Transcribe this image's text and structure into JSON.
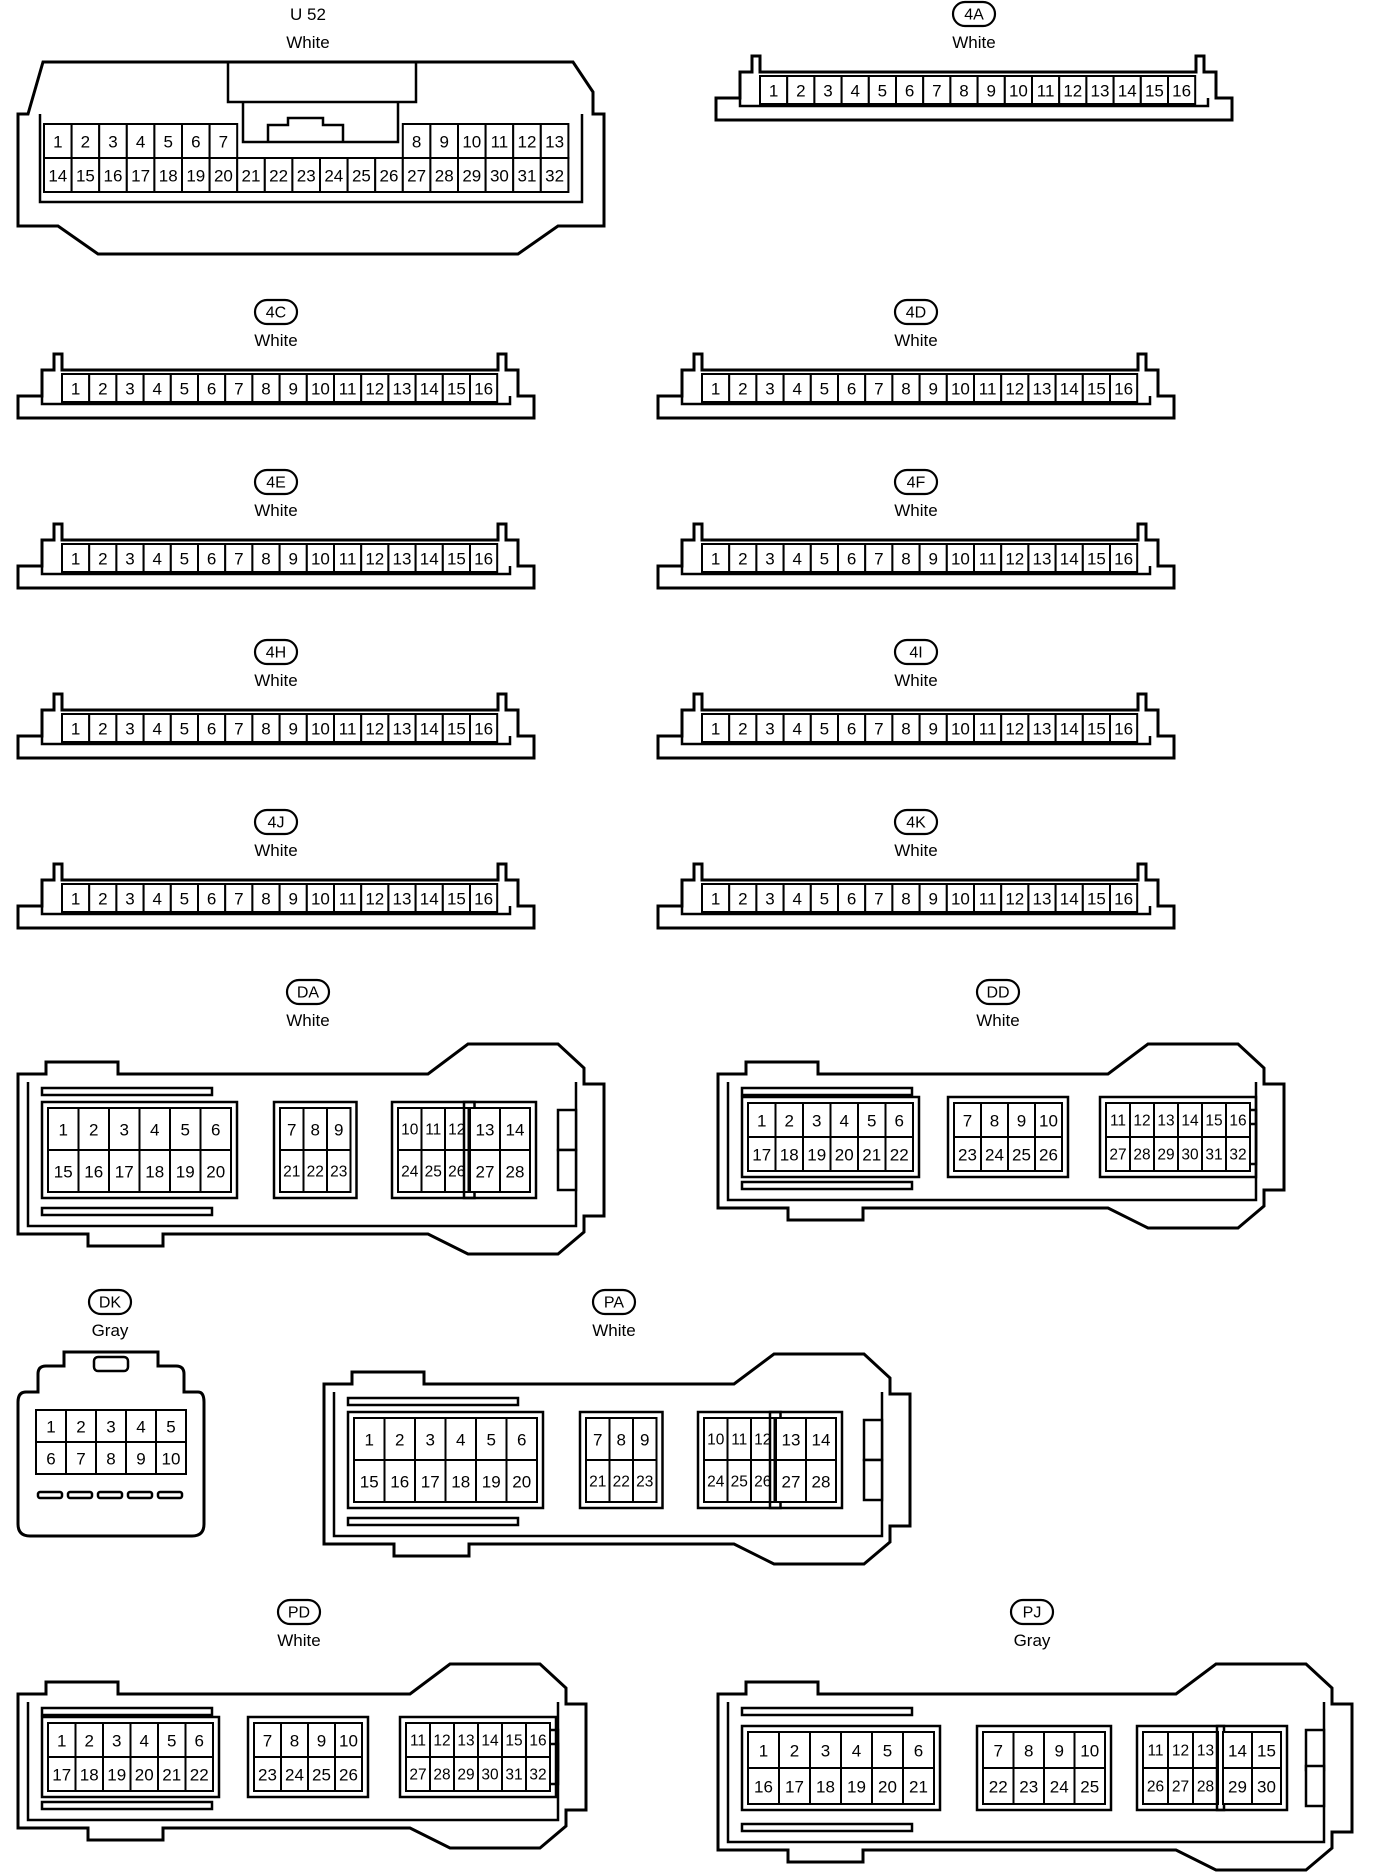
{
  "connectors": [
    {
      "id": "U52",
      "label": "U 52",
      "badge": false,
      "color": "White",
      "type": "u52"
    },
    {
      "id": "4A",
      "label": "4A",
      "badge": true,
      "color": "White",
      "type": "row16"
    },
    {
      "id": "4C",
      "label": "4C",
      "badge": true,
      "color": "White",
      "type": "row16"
    },
    {
      "id": "4D",
      "label": "4D",
      "badge": true,
      "color": "White",
      "type": "row16"
    },
    {
      "id": "4E",
      "label": "4E",
      "badge": true,
      "color": "White",
      "type": "row16"
    },
    {
      "id": "4F",
      "label": "4F",
      "badge": true,
      "color": "White",
      "type": "row16"
    },
    {
      "id": "4H",
      "label": "4H",
      "badge": true,
      "color": "White",
      "type": "row16"
    },
    {
      "id": "4I",
      "label": "4I",
      "badge": true,
      "color": "White",
      "type": "row16"
    },
    {
      "id": "4J",
      "label": "4J",
      "badge": true,
      "color": "White",
      "type": "row16"
    },
    {
      "id": "4K",
      "label": "4K",
      "badge": true,
      "color": "White",
      "type": "row16"
    },
    {
      "id": "DA",
      "label": "DA",
      "badge": true,
      "color": "White",
      "type": "ecu28"
    },
    {
      "id": "DD",
      "label": "DD",
      "badge": true,
      "color": "White",
      "type": "ecu32"
    },
    {
      "id": "DK",
      "label": "DK",
      "badge": true,
      "color": "Gray",
      "type": "dk10"
    },
    {
      "id": "PA",
      "label": "PA",
      "badge": true,
      "color": "White",
      "type": "ecu28"
    },
    {
      "id": "PD",
      "label": "PD",
      "badge": true,
      "color": "White",
      "type": "ecu32"
    },
    {
      "id": "PJ",
      "label": "PJ",
      "badge": true,
      "color": "Gray",
      "type": "ecu30"
    }
  ],
  "pin_layouts": {
    "u52": {
      "top_left": [
        "1",
        "2",
        "3",
        "4",
        "5",
        "6",
        "7"
      ],
      "top_right": [
        "8",
        "9",
        "10",
        "11",
        "12",
        "13"
      ],
      "bottom": [
        "14",
        "15",
        "16",
        "17",
        "18",
        "19",
        "20",
        "21",
        "22",
        "23",
        "24",
        "25",
        "26",
        "27",
        "28",
        "29",
        "30",
        "31",
        "32"
      ]
    },
    "row16": [
      "1",
      "2",
      "3",
      "4",
      "5",
      "6",
      "7",
      "8",
      "9",
      "10",
      "11",
      "12",
      "13",
      "14",
      "15",
      "16"
    ],
    "ecu28": {
      "g1_top": [
        "1",
        "2",
        "3",
        "4",
        "5",
        "6"
      ],
      "g1_bottom": [
        "15",
        "16",
        "17",
        "18",
        "19",
        "20"
      ],
      "g2_top": [
        "7",
        "8",
        "9"
      ],
      "g2_bottom": [
        "21",
        "22",
        "23"
      ],
      "g3_top": [
        "10",
        "11",
        "12"
      ],
      "g3_bottom": [
        "24",
        "25",
        "26"
      ],
      "g4_top": [
        "13",
        "14"
      ],
      "g4_bottom": [
        "27",
        "28"
      ]
    },
    "ecu32": {
      "g1_top": [
        "1",
        "2",
        "3",
        "4",
        "5",
        "6"
      ],
      "g1_bottom": [
        "17",
        "18",
        "19",
        "20",
        "21",
        "22"
      ],
      "g2_top": [
        "7",
        "8",
        "9",
        "10"
      ],
      "g2_bottom": [
        "23",
        "24",
        "25",
        "26"
      ],
      "g3_top": [
        "11",
        "12",
        "13",
        "14",
        "15",
        "16"
      ],
      "g3_bottom": [
        "27",
        "28",
        "29",
        "30",
        "31",
        "32"
      ]
    },
    "ecu30": {
      "g1_top": [
        "1",
        "2",
        "3",
        "4",
        "5",
        "6"
      ],
      "g1_bottom": [
        "16",
        "17",
        "18",
        "19",
        "20",
        "21"
      ],
      "g2_top": [
        "7",
        "8",
        "9",
        "10"
      ],
      "g2_bottom": [
        "22",
        "23",
        "24",
        "25"
      ],
      "g3_top": [
        "11",
        "12",
        "13"
      ],
      "g3_bottom": [
        "26",
        "27",
        "28"
      ],
      "g4_top": [
        "14",
        "15"
      ],
      "g4_bottom": [
        "29",
        "30"
      ]
    },
    "dk10": {
      "top": [
        "1",
        "2",
        "3",
        "4",
        "5"
      ],
      "bottom": [
        "6",
        "7",
        "8",
        "9",
        "10"
      ]
    }
  }
}
